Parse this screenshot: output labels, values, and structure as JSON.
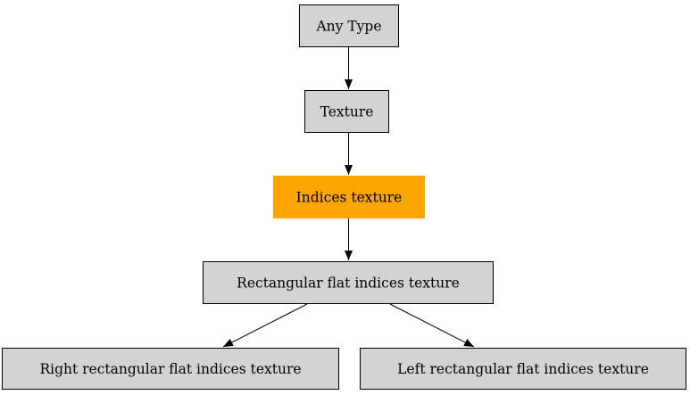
{
  "diagram": {
    "background": "#ffffff",
    "colors": {
      "node_fill": "#d3d3d3",
      "node_border": "#000000",
      "highlight_fill": "#ffa500",
      "highlight_border": "#ffa500",
      "edge": "#000000",
      "text": "#000000"
    },
    "nodes": {
      "any_type": {
        "label": "Any Type",
        "fill": "#d3d3d3",
        "border": "#000000"
      },
      "texture": {
        "label": "Texture",
        "fill": "#d3d3d3",
        "border": "#000000"
      },
      "indices_texture": {
        "label": "Indices texture",
        "fill": "#ffa500",
        "border": "#ffa500"
      },
      "rectangular_flat": {
        "label": "Rectangular flat indices texture",
        "fill": "#d3d3d3",
        "border": "#000000"
      },
      "right_rectangular_flat": {
        "label": "Right rectangular flat indices texture",
        "fill": "#d3d3d3",
        "border": "#000000"
      },
      "left_rectangular_flat": {
        "label": "Left rectangular flat indices texture",
        "fill": "#d3d3d3",
        "border": "#000000"
      }
    },
    "edges": [
      {
        "from": "Any Type",
        "to": "Texture"
      },
      {
        "from": "Texture",
        "to": "Indices texture"
      },
      {
        "from": "Indices texture",
        "to": "Rectangular flat indices texture"
      },
      {
        "from": "Rectangular flat indices texture",
        "to": "Right rectangular flat indices texture"
      },
      {
        "from": "Rectangular flat indices texture",
        "to": "Left rectangular flat indices texture"
      }
    ]
  }
}
